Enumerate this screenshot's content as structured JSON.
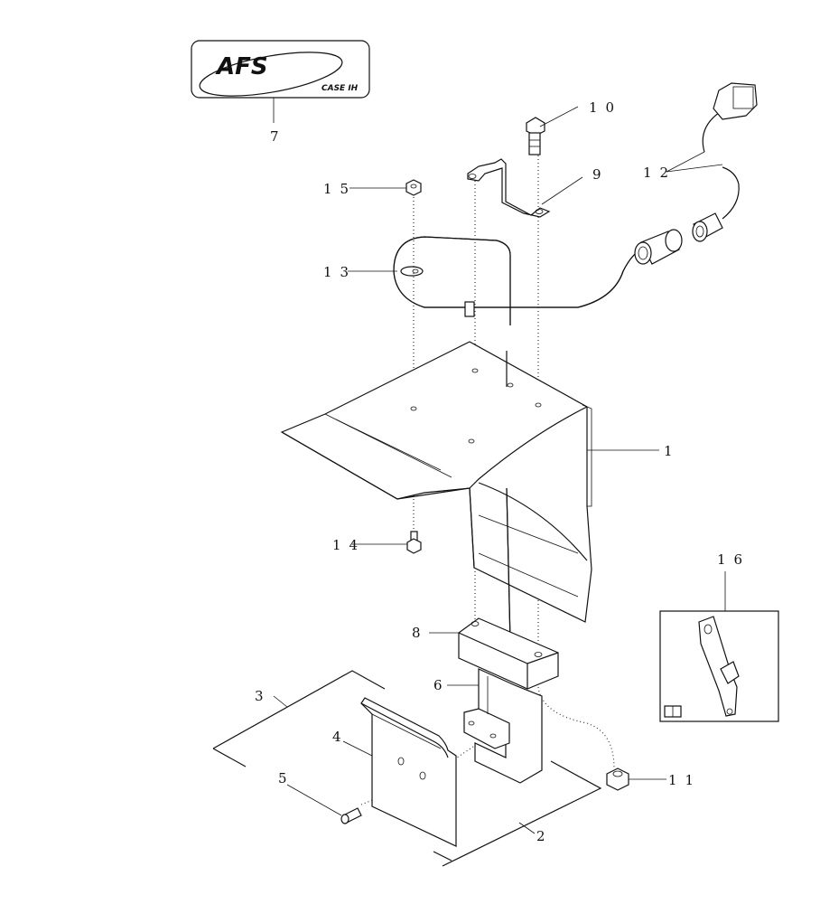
{
  "logo": {
    "brand_text": "AFS",
    "maker_text": "CASE IH"
  },
  "callouts": {
    "c1": "1",
    "c2": "2",
    "c3": "3",
    "c4": "4",
    "c5": "5",
    "c6": "6",
    "c7": "7",
    "c8": "8",
    "c9": "9",
    "c10": "10",
    "c11": "11",
    "c12": "12",
    "c13": "13",
    "c14": "14",
    "c15": "15",
    "c16": "16"
  }
}
